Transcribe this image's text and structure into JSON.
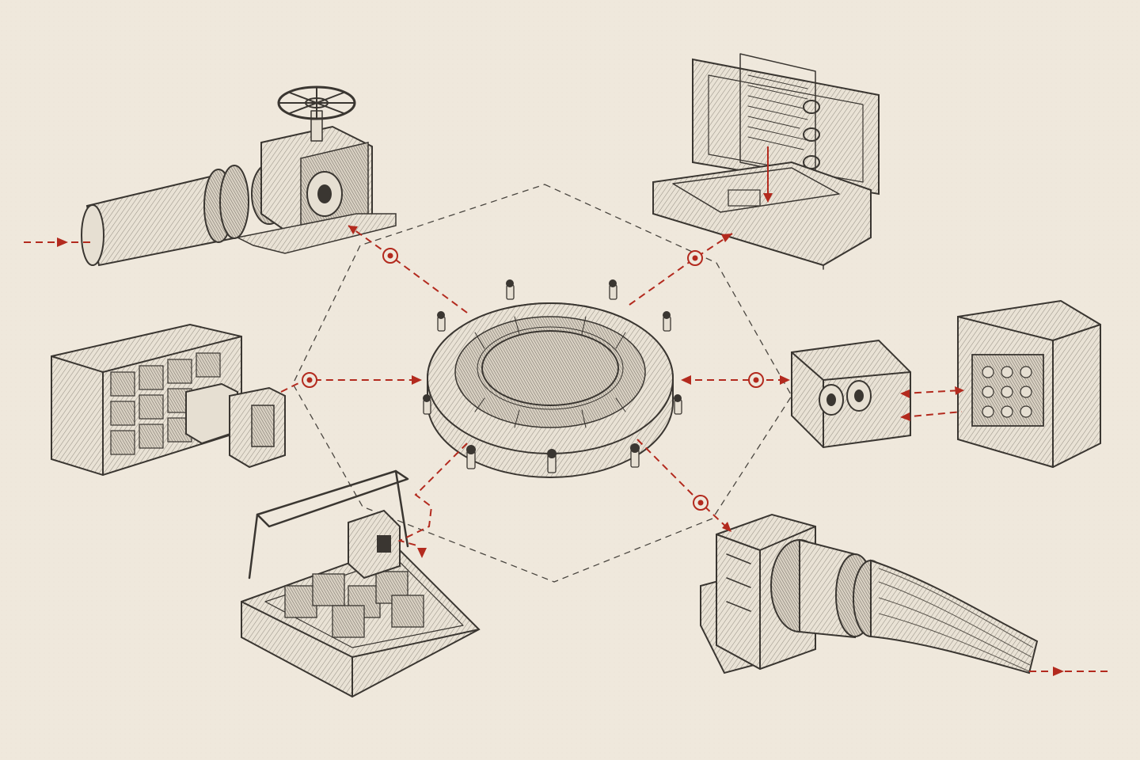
{
  "diagram": {
    "type": "hub-and-spoke",
    "hub": "ring-hub",
    "components": [
      {
        "id": "inlet-valve-pipe",
        "position": "top-left",
        "link": "to-hub"
      },
      {
        "id": "document-binder-case",
        "position": "top-right",
        "link": "from-hub"
      },
      {
        "id": "cell-rack-cabinet",
        "position": "left",
        "link": "to-hub"
      },
      {
        "id": "connector-module-panel",
        "position": "right",
        "link": "bidirectional"
      },
      {
        "id": "crate-with-cubes",
        "position": "bottom-left",
        "link": "from-hub"
      },
      {
        "id": "outlet-coupling-hose",
        "position": "bottom-right",
        "link": "from-hub"
      }
    ],
    "colors": {
      "paper": "#efe8dc",
      "ink": "#3a3631",
      "flow": "#b32a1e"
    }
  }
}
